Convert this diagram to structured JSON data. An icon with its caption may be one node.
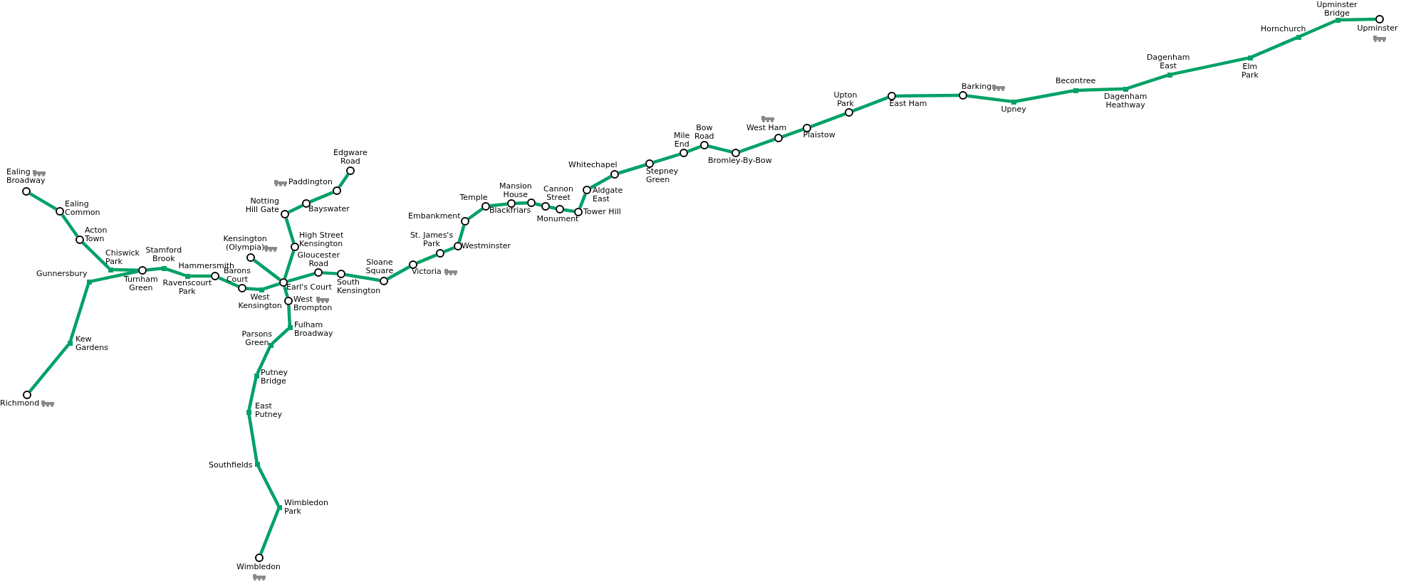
{
  "diagram": {
    "nodes": [
      {
        "text": [],
        "shape": "circle",
        "beside": [
          "Ealing Broadway"
        ]
      },
      {
        "text": [],
        "shape": "circle",
        "beside": [
          "Ealing Common"
        ]
      },
      {
        "text": [],
        "shape": "circle",
        "beside": [
          "Acton Town"
        ]
      },
      {
        "text": [],
        "shape": "bar",
        "beside": [
          "Chiswick Park"
        ]
      },
      {
        "text": [],
        "shape": "circle",
        "beside": [
          "Richmond"
        ]
      },
      {
        "text": [],
        "shape": "bar",
        "beside": [
          "Kew Gardens"
        ]
      },
      {
        "text": [],
        "shape": "bar",
        "beside": [
          "Gunnersbury"
        ]
      },
      {
        "text": [],
        "shape": "circle",
        "beside": [
          "Turnham Green"
        ]
      },
      {
        "text": [],
        "shape": "bar",
        "beside": [
          "Stamford Brook"
        ]
      },
      {
        "text": [],
        "shape": "bar",
        "beside": [
          "Ravenscourt Park"
        ]
      },
      {
        "text": [],
        "shape": "circle",
        "beside": [
          "Hammersmith"
        ]
      },
      {
        "text": [],
        "shape": "circle",
        "beside": [
          "Barons Court"
        ]
      },
      {
        "text": [],
        "shape": "bar",
        "beside": [
          "West Kensington"
        ]
      },
      {
        "text": [],
        "shape": "circle",
        "beside": [
          "Kensington (Olympia)"
        ]
      },
      {
        "text": [],
        "shape": "circle",
        "beside": [
          "Earl's Court"
        ]
      },
      {
        "text": [],
        "shape": "circle",
        "beside": [
          "High Street Kensington"
        ]
      },
      {
        "text": [],
        "shape": "circle",
        "beside": [
          "Notting Hill Gate"
        ]
      },
      {
        "text": [],
        "shape": "circle",
        "beside": [
          "Bayswater"
        ]
      },
      {
        "text": [],
        "shape": "circle",
        "beside": [
          "Paddington"
        ]
      },
      {
        "text": [],
        "shape": "circle",
        "beside": [
          "Edgware Road"
        ]
      },
      {
        "text": [],
        "shape": "circle",
        "beside": [
          "Gloucester Road"
        ]
      },
      {
        "text": [],
        "shape": "circle",
        "beside": [
          "South Kensington"
        ]
      },
      {
        "text": [],
        "shape": "circle",
        "beside": [
          "Sloane Square"
        ]
      },
      {
        "text": [],
        "shape": "circle",
        "beside": [
          "Victoria"
        ]
      },
      {
        "text": [],
        "shape": "circle",
        "beside": [
          "St. James's Park"
        ]
      },
      {
        "text": [],
        "shape": "circle",
        "beside": [
          "Westminster"
        ]
      },
      {
        "text": [],
        "shape": "circle",
        "beside": [
          "Embankment"
        ]
      },
      {
        "text": [],
        "shape": "circle",
        "beside": [
          "Temple"
        ]
      },
      {
        "text": [],
        "shape": "circle",
        "beside": [
          "Blackfriars"
        ]
      },
      {
        "text": [],
        "shape": "circle",
        "beside": [
          "Mansion House"
        ]
      },
      {
        "text": [],
        "shape": "circle",
        "beside": [
          "Cannon Street"
        ]
      },
      {
        "text": [],
        "shape": "circle",
        "beside": [
          "Monument"
        ]
      },
      {
        "text": [],
        "shape": "circle",
        "beside": [
          "Tower Hill"
        ]
      },
      {
        "text": [],
        "shape": "circle",
        "beside": [
          "Aldgate East"
        ]
      },
      {
        "text": [],
        "shape": "circle",
        "beside": [
          "Whitechapel"
        ]
      },
      {
        "text": [],
        "shape": "circle",
        "beside": [
          "Stepney Green"
        ]
      },
      {
        "text": [],
        "shape": "circle",
        "beside": [
          "Mile End"
        ]
      },
      {
        "text": [],
        "shape": "circle",
        "beside": [
          "Bow Road"
        ]
      },
      {
        "text": [],
        "shape": "circle",
        "beside": [
          "Bromley-By-Bow"
        ]
      },
      {
        "text": [],
        "shape": "circle",
        "beside": [
          "West Ham"
        ]
      },
      {
        "text": [],
        "shape": "circle",
        "beside": [
          "Plaistow"
        ]
      },
      {
        "text": [],
        "shape": "circle",
        "beside": [
          "Upton Park"
        ]
      },
      {
        "text": [],
        "shape": "circle",
        "beside": [
          "East Ham"
        ]
      },
      {
        "text": [],
        "shape": "circle",
        "beside": [
          "Barking"
        ]
      },
      {
        "text": [],
        "shape": "bar",
        "beside": [
          "Upney"
        ]
      },
      {
        "text": [],
        "shape": "bar",
        "beside": [
          "Becontree"
        ]
      },
      {
        "text": [],
        "shape": "bar",
        "beside": [
          "Dagenham Heathway"
        ]
      },
      {
        "text": [],
        "shape": "bar",
        "beside": [
          "Dagenham East"
        ]
      },
      {
        "text": [],
        "shape": "bar",
        "beside": [
          "Elm Park"
        ]
      },
      {
        "text": [],
        "shape": "bar",
        "beside": [
          "Hornchurch"
        ]
      },
      {
        "text": [],
        "shape": "bar",
        "beside": [
          "Upminster Bridge"
        ]
      },
      {
        "text": [],
        "shape": "circle",
        "beside": [
          "Upminster"
        ]
      },
      {
        "text": [],
        "shape": "circle",
        "beside": [
          "West Brompton"
        ]
      },
      {
        "text": [],
        "shape": "bar",
        "beside": [
          "Fulham Broadway"
        ]
      },
      {
        "text": [],
        "shape": "bar",
        "beside": [
          "Parsons Green"
        ]
      },
      {
        "text": [],
        "shape": "bar",
        "beside": [
          "Putney Bridge"
        ]
      },
      {
        "text": [],
        "shape": "bar",
        "beside": [
          "East Putney"
        ]
      },
      {
        "text": [],
        "shape": "bar",
        "beside": [
          "Southfields"
        ]
      },
      {
        "text": [],
        "shape": "bar",
        "beside": [
          "Wimbledon Park"
        ]
      },
      {
        "text": [],
        "shape": "circle",
        "beside": [
          "Wimbledon"
        ]
      }
    ],
    "edges": [
      {
        "from": 0,
        "to": 1,
        "arrow": "none"
      },
      {
        "from": 1,
        "to": 2,
        "arrow": "none"
      },
      {
        "from": 2,
        "to": 3,
        "arrow": "none"
      },
      {
        "from": 3,
        "to": 7,
        "arrow": "none"
      },
      {
        "from": 4,
        "to": 5,
        "arrow": "none"
      },
      {
        "from": 5,
        "to": 6,
        "arrow": "none"
      },
      {
        "from": 6,
        "to": 7,
        "arrow": "none"
      },
      {
        "from": 7,
        "to": 8,
        "arrow": "none"
      },
      {
        "from": 8,
        "to": 9,
        "arrow": "none"
      },
      {
        "from": 9,
        "to": 10,
        "arrow": "none"
      },
      {
        "from": 10,
        "to": 11,
        "arrow": "none"
      },
      {
        "from": 11,
        "to": 12,
        "arrow": "none"
      },
      {
        "from": 12,
        "to": 14,
        "arrow": "none"
      },
      {
        "from": 13,
        "to": 14,
        "arrow": "none"
      },
      {
        "from": 14,
        "to": 15,
        "arrow": "none"
      },
      {
        "from": 15,
        "to": 16,
        "arrow": "none"
      },
      {
        "from": 16,
        "to": 17,
        "arrow": "none"
      },
      {
        "from": 17,
        "to": 18,
        "arrow": "none"
      },
      {
        "from": 18,
        "to": 19,
        "arrow": "none"
      },
      {
        "from": 14,
        "to": 20,
        "arrow": "none"
      },
      {
        "from": 20,
        "to": 21,
        "arrow": "none"
      },
      {
        "from": 21,
        "to": 22,
        "arrow": "none"
      },
      {
        "from": 22,
        "to": 23,
        "arrow": "none"
      },
      {
        "from": 23,
        "to": 24,
        "arrow": "none"
      },
      {
        "from": 24,
        "to": 25,
        "arrow": "none"
      },
      {
        "from": 25,
        "to": 26,
        "arrow": "none"
      },
      {
        "from": 26,
        "to": 27,
        "arrow": "none"
      },
      {
        "from": 27,
        "to": 28,
        "arrow": "none"
      },
      {
        "from": 28,
        "to": 29,
        "arrow": "none"
      },
      {
        "from": 29,
        "to": 30,
        "arrow": "none"
      },
      {
        "from": 30,
        "to": 31,
        "arrow": "none"
      },
      {
        "from": 31,
        "to": 32,
        "arrow": "none"
      },
      {
        "from": 32,
        "to": 33,
        "arrow": "none"
      },
      {
        "from": 33,
        "to": 34,
        "arrow": "none"
      },
      {
        "from": 34,
        "to": 35,
        "arrow": "none"
      },
      {
        "from": 35,
        "to": 36,
        "arrow": "none"
      },
      {
        "from": 36,
        "to": 37,
        "arrow": "none"
      },
      {
        "from": 37,
        "to": 38,
        "arrow": "none"
      },
      {
        "from": 38,
        "to": 39,
        "arrow": "none"
      },
      {
        "from": 39,
        "to": 40,
        "arrow": "none"
      },
      {
        "from": 40,
        "to": 41,
        "arrow": "none"
      },
      {
        "from": 41,
        "to": 42,
        "arrow": "none"
      },
      {
        "from": 42,
        "to": 43,
        "arrow": "none"
      },
      {
        "from": 43,
        "to": 44,
        "arrow": "none"
      },
      {
        "from": 44,
        "to": 45,
        "arrow": "none"
      },
      {
        "from": 45,
        "to": 46,
        "arrow": "none"
      },
      {
        "from": 46,
        "to": 47,
        "arrow": "none"
      },
      {
        "from": 47,
        "to": 48,
        "arrow": "none"
      },
      {
        "from": 48,
        "to": 49,
        "arrow": "none"
      },
      {
        "from": 49,
        "to": 50,
        "arrow": "none"
      },
      {
        "from": 50,
        "to": 51,
        "arrow": "none"
      },
      {
        "from": 14,
        "to": 52,
        "arrow": "none"
      },
      {
        "from": 52,
        "to": 53,
        "arrow": "none"
      },
      {
        "from": 53,
        "to": 54,
        "arrow": "none"
      },
      {
        "from": 54,
        "to": 55,
        "arrow": "none"
      },
      {
        "from": 55,
        "to": 56,
        "arrow": "none"
      },
      {
        "from": 56,
        "to": 57,
        "arrow": "none"
      },
      {
        "from": 57,
        "to": 58,
        "arrow": "none"
      },
      {
        "from": 58,
        "to": 59,
        "arrow": "none"
      }
    ]
  }
}
